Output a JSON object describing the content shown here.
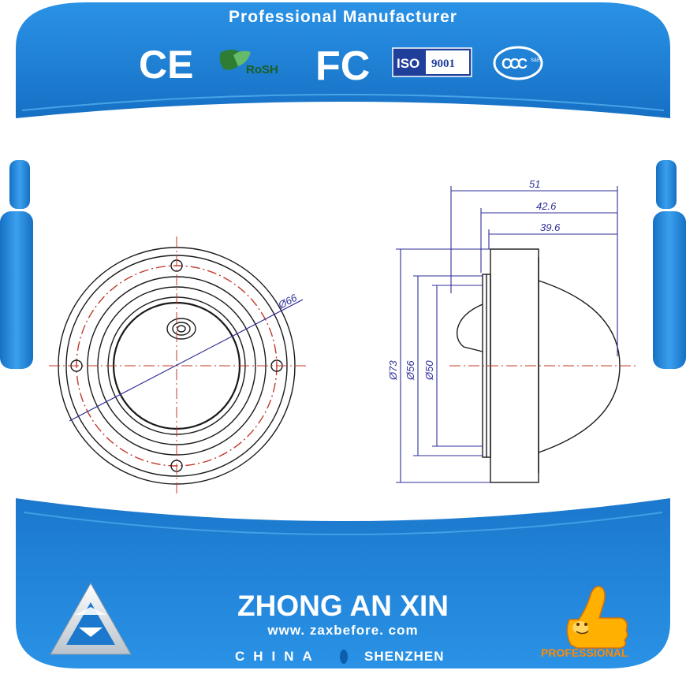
{
  "header": {
    "title": "Professional Manufacturer",
    "certifications": [
      {
        "label": "CE",
        "icon": "ce-mark-icon"
      },
      {
        "label": "RoSH",
        "icon": "rosh-leaf-icon"
      },
      {
        "label": "FC",
        "icon": "fcc-mark-icon"
      },
      {
        "label": "ISO",
        "sublabel": "9001",
        "icon": "iso-9001-icon"
      },
      {
        "label": "CCC",
        "sublabel": "S&E",
        "icon": "ccc-mark-icon"
      }
    ]
  },
  "drawing": {
    "front_view": {
      "diameter_label": "Ø66"
    },
    "side_view": {
      "width_labels": [
        "51",
        "42.6",
        "39.6"
      ],
      "height_labels": [
        "Ø73",
        "Ø56",
        "Ø50"
      ]
    }
  },
  "footer": {
    "brand": "ZHONG AN XIN",
    "url": "www. zaxbefore. com",
    "country": "CHINA",
    "city": "SHENZHEN",
    "badge_label": "PROFESSIONAL",
    "logo_icon": "zax-triangle-logo-icon",
    "badge_icon": "thumbs-up-icon"
  },
  "colors": {
    "frame_blue": "#1a7fd6",
    "frame_blue_dark": "#0d5fae",
    "line_black": "#1a1a1a",
    "dim_blue": "#2f2f9a",
    "centerline_red": "#c0392b",
    "badge_orange": "#ff8a00"
  }
}
